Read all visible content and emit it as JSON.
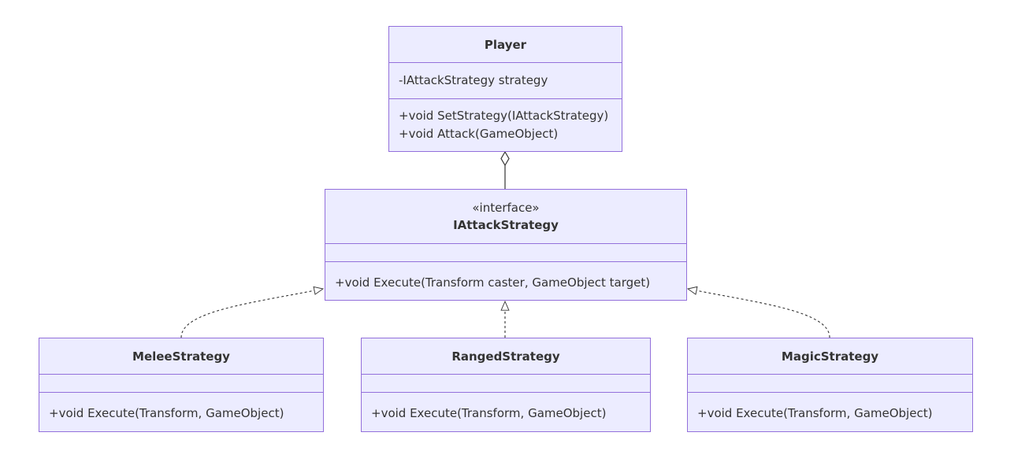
{
  "diagram": {
    "colors": {
      "box_fill": "#ececff",
      "box_border": "#9370db",
      "line": "#333333",
      "text": "#333333"
    },
    "player": {
      "name": "Player",
      "attributes": [
        "-IAttackStrategy strategy"
      ],
      "methods": [
        "+void SetStrategy(IAttackStrategy)",
        "+void Attack(GameObject)"
      ]
    },
    "strategy_interface": {
      "stereotype": "«interface»",
      "name": "IAttackStrategy",
      "methods": [
        "+void Execute(Transform caster, GameObject target)"
      ]
    },
    "melee": {
      "name": "MeleeStrategy",
      "methods": [
        "+void Execute(Transform, GameObject)"
      ]
    },
    "ranged": {
      "name": "RangedStrategy",
      "methods": [
        "+void Execute(Transform, GameObject)"
      ]
    },
    "magic": {
      "name": "MagicStrategy",
      "methods": [
        "+void Execute(Transform, GameObject)"
      ]
    },
    "relations": [
      {
        "type": "aggregation",
        "from": "Player",
        "to": "IAttackStrategy"
      },
      {
        "type": "realization",
        "from": "MeleeStrategy",
        "to": "IAttackStrategy"
      },
      {
        "type": "realization",
        "from": "RangedStrategy",
        "to": "IAttackStrategy"
      },
      {
        "type": "realization",
        "from": "MagicStrategy",
        "to": "IAttackStrategy"
      }
    ]
  }
}
